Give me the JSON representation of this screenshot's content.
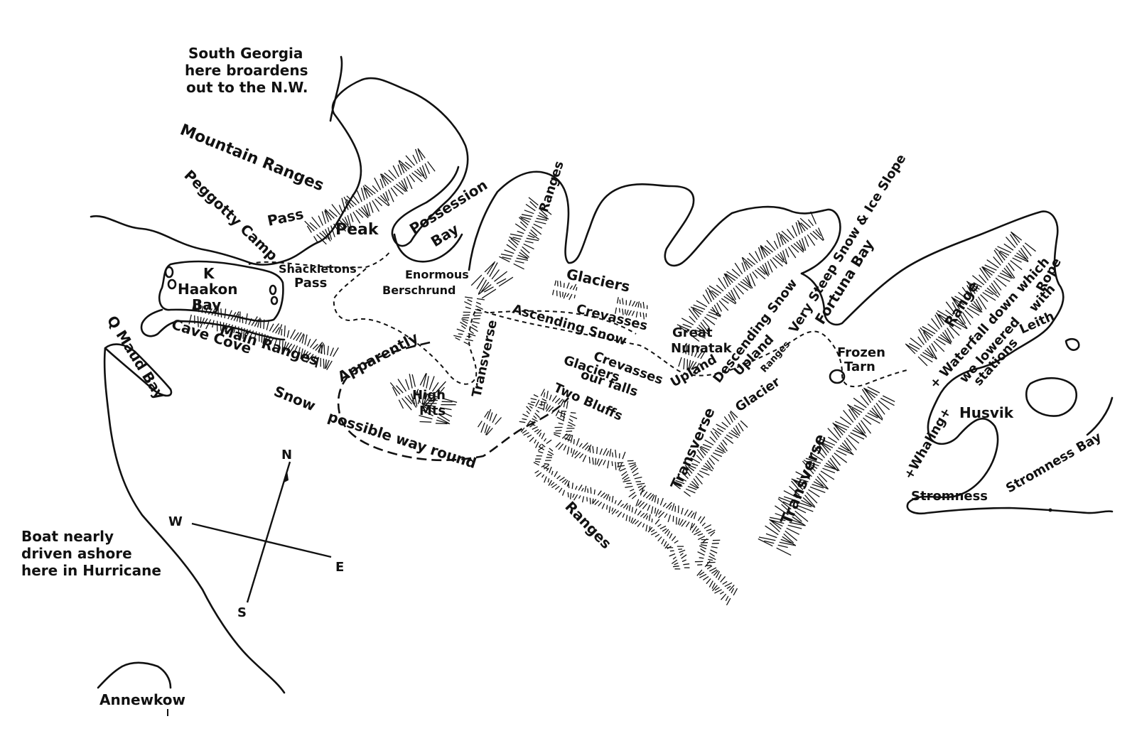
{
  "map": {
    "caption": [
      "South Georgia",
      "here broardens",
      "out to the N.W."
    ],
    "boat_note": [
      "Boat nearly",
      "driven ashore",
      "here in Hurricane"
    ],
    "labels": {
      "mountain_ranges": "Mountain Ranges",
      "peggotty_camp": "Peggotty Camp",
      "pass": "Pass",
      "peak": "Peak",
      "possession": "Possession",
      "bay": "Bay",
      "k": "K",
      "haakon": "Haakon",
      "haakon_bay": "Bay",
      "shackletons": "Shackletons",
      "shackletons_pass": "Pass",
      "enormous": "Enormous",
      "berschrund": "Berschrund",
      "ranges_vertical": "Ranges",
      "glaciers_top": "Glaciers",
      "crevasses_top": "Crevasses",
      "ascending_snow": "Ascending Snow",
      "crevasses_mid": "Crevasses",
      "glaciers_mid": "Glaciers",
      "our_falls": "our falls",
      "two_bluffs": "Two Bluffs",
      "transverse_1": "Transverse",
      "transverse_2": "Transverse",
      "transverse_3": "Transverse",
      "high": "High",
      "mts": "Mts",
      "apparently": "Apparently",
      "snow": "Snow",
      "possible_way_round": "possible way round",
      "main_ranges": "Main Ranges",
      "cave_cove": "Cave Cove",
      "q_maud_bay": "Q Maud Bay",
      "great": "Great",
      "nunatak": "Nunatak",
      "descending_snow": "Descending Snow",
      "upland_1": "Upland",
      "upland_2": "Upland",
      "glacier": "Glacier",
      "ranges_small": "Ranges",
      "ice_slope": "Very Steep Snow & Ice Slope",
      "fortuna_bay": "Fortuna Bay",
      "frozen": "Frozen",
      "tarn": "Tarn",
      "range_right": "Range",
      "waterfall": "+ Waterfall down which",
      "we_lowered": "we lowered",
      "with": "with",
      "rope": "Rope",
      "leith": "Leith",
      "stations": "stations",
      "husvik": "Husvik",
      "whaling": "+Whaling+",
      "stromness_bay": "Stromness Bay",
      "stromness": "Stromness",
      "ranges_bottom": "Ranges",
      "annewkow": "Annewkow"
    },
    "compass": {
      "n": "N",
      "s": "S",
      "e": "E",
      "w": "W"
    },
    "colors": {
      "ink": "#111111",
      "paper": "#ffffff"
    }
  }
}
